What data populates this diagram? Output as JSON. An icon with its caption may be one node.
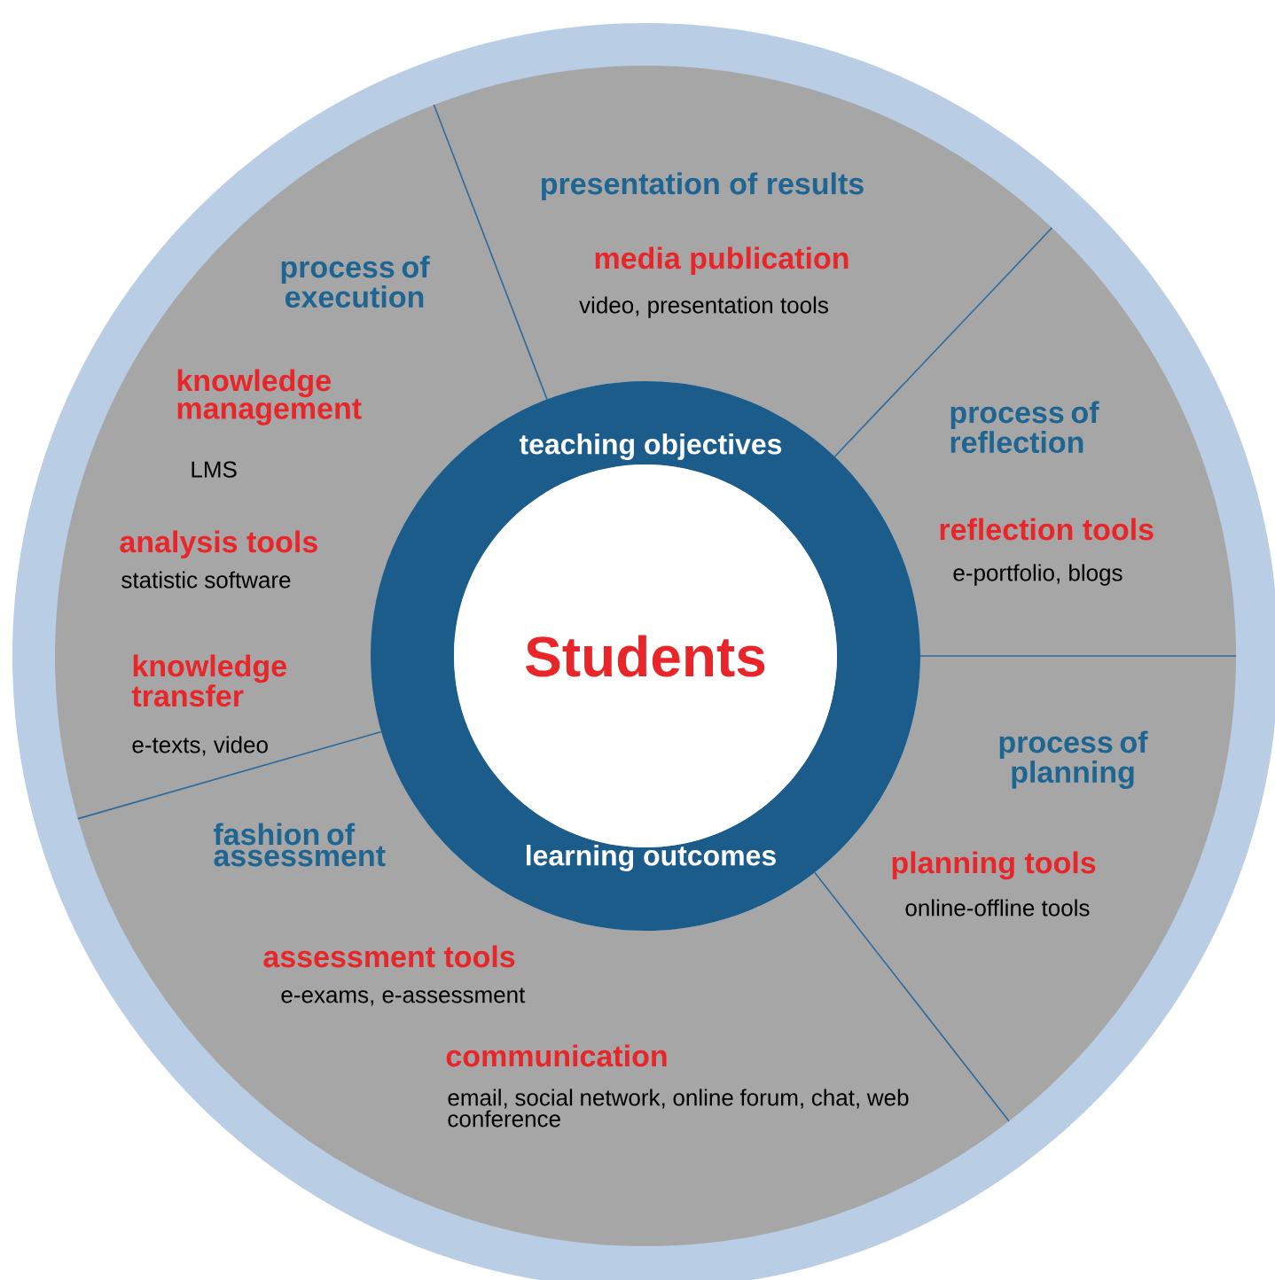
{
  "diagram": {
    "nodes": [
      {
        "text": [
          "teaching objectives",
          "learning outcomes"
        ]
      },
      {
        "text": [
          "Students"
        ],
        "in": 0
      },
      {
        "text": [
          "presentation of results",
          "media publication",
          "video, presentation tools"
        ]
      },
      {
        "text": [
          "process of reflection",
          "reflection tools",
          "e-portfolio, blogs"
        ]
      },
      {
        "text": [
          "process of planning",
          "planning tools",
          "online-offline tools"
        ]
      },
      {
        "text": [
          "fashion of assessment",
          "assessment tools",
          "e-exams, e-assessment",
          "communication",
          "email, social network, online forum, chat, web conference"
        ]
      },
      {
        "text": [
          "process of execution",
          "knowledge management",
          "LMS",
          "analysis tools",
          "statistic software",
          "knowledge transfer",
          "e-texts, video"
        ]
      }
    ]
  }
}
